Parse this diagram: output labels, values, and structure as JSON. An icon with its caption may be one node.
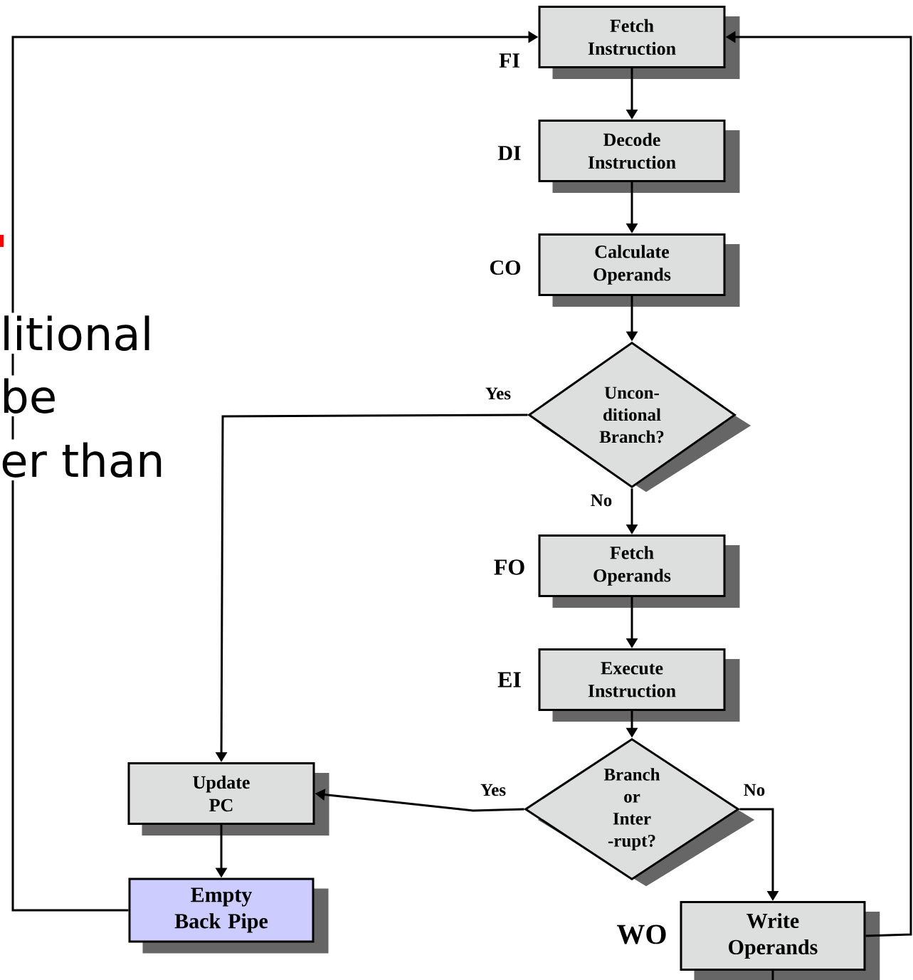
{
  "diagram": {
    "nodes": [
      {
        "text": [
          "Fetch Instruction"
        ],
        "beside": [
          "FI"
        ]
      },
      {
        "text": [
          "Decode Instruction"
        ],
        "beside": [
          "DI"
        ]
      },
      {
        "text": [
          "Calculate Operands"
        ],
        "beside": [
          "CO"
        ]
      },
      {
        "text": [
          "Uncon- ditional Branch?"
        ]
      },
      {
        "text": [
          "Fetch Operands"
        ],
        "beside": [
          "FO"
        ]
      },
      {
        "text": [
          "Execute Instruction"
        ],
        "beside": [
          "EI"
        ]
      },
      {
        "text": [
          "Branch or Inter -rupt?"
        ]
      },
      {
        "text": [
          "Update PC"
        ]
      },
      {
        "text": [
          "Empty Back Pipe"
        ]
      },
      {
        "text": [
          "Write Operands"
        ],
        "beside": [
          "WO"
        ]
      }
    ],
    "edges": [
      {
        "from": 0,
        "to": 1,
        "arrow": "to"
      },
      {
        "from": 1,
        "to": 2,
        "arrow": "to"
      },
      {
        "from": 2,
        "to": 3,
        "arrow": "to"
      },
      {
        "from": 3,
        "to": 7,
        "arrow": "to",
        "label": "Yes"
      },
      {
        "from": 3,
        "to": 4,
        "arrow": "to",
        "label": "No"
      },
      {
        "from": 4,
        "to": 5,
        "arrow": "to"
      },
      {
        "from": 5,
        "to": 6,
        "arrow": "to"
      },
      {
        "from": 6,
        "to": 7,
        "arrow": "to",
        "label": "Yes"
      },
      {
        "from": 6,
        "to": 9,
        "arrow": "to",
        "label": "No"
      },
      {
        "from": 7,
        "to": 8,
        "arrow": "to"
      },
      {
        "from": 8,
        "to": 0,
        "arrow": "to"
      },
      {
        "from": 9,
        "to": 0,
        "arrow": "to"
      },
      {
        "from": 9,
        "to": null,
        "arrow": "none"
      }
    ],
    "labels": [
      "litional",
      "be",
      "er than"
    ]
  }
}
